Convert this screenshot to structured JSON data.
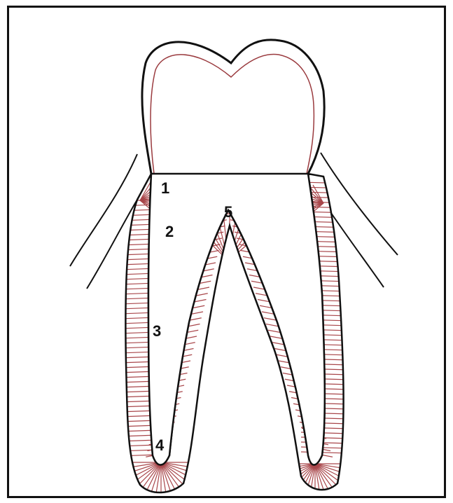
{
  "labels": {
    "label_1": "1",
    "label_2": "2",
    "label_3": "3",
    "label_4": "4",
    "label_5": "5"
  },
  "colors": {
    "outline": "#111111",
    "ligament_fibers": "#a8464a",
    "dentin_line": "#9a3a3e",
    "background": "#ffffff"
  }
}
